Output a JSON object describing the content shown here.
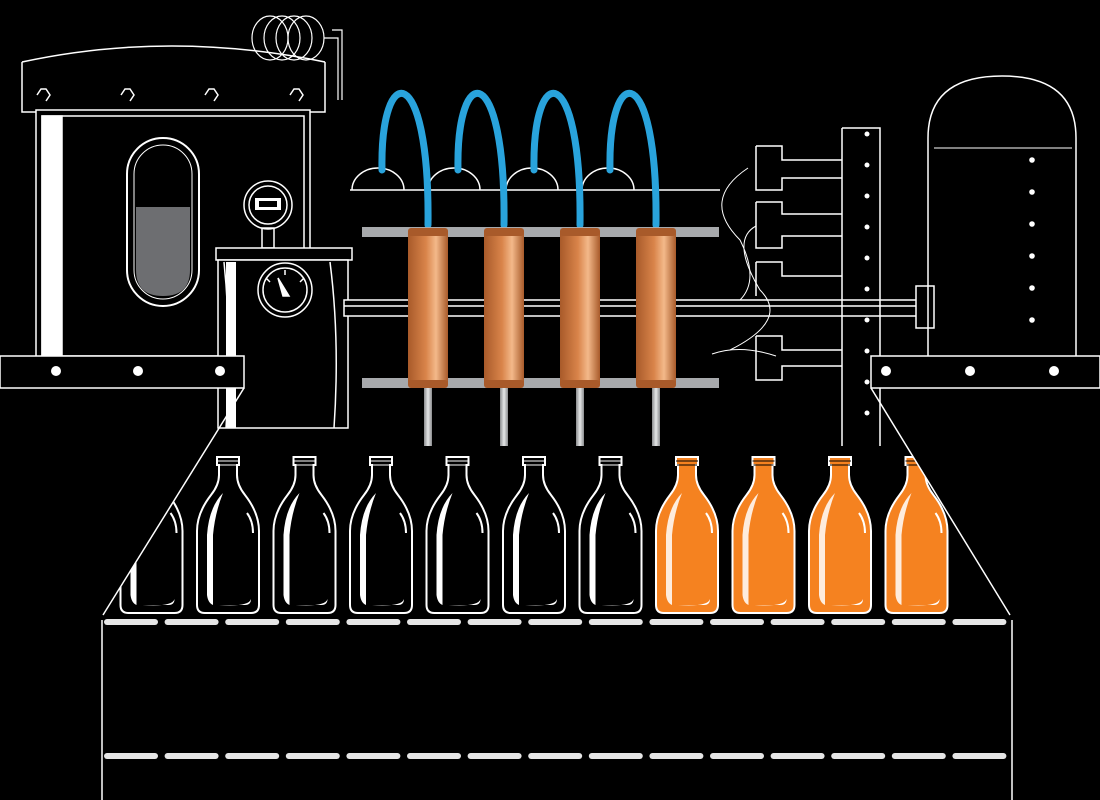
{
  "colors": {
    "background": "#000000",
    "line": "#ffffff",
    "tube": "#29a3dc",
    "copper": "#d9844a",
    "copper_light": "#f3b98a",
    "copper_dark": "#a85a2a",
    "rail": "#a7a9ac",
    "nozzle": "#bcbec0",
    "liquid": "#f58220",
    "tank_fluid": "#6d6e71",
    "conveyor_dash": "#e6e6e6"
  },
  "icons": {
    "gauge": "pressure-gauge-icon",
    "dial": "dial-gauge-icon",
    "coil": "coil-icon",
    "bolt": "hex-bolt-icon"
  },
  "bottles": [
    {
      "state": "empty"
    },
    {
      "state": "empty"
    },
    {
      "state": "empty"
    },
    {
      "state": "empty"
    },
    {
      "state": "empty"
    },
    {
      "state": "empty"
    },
    {
      "state": "empty"
    },
    {
      "state": "empty"
    },
    {
      "state": "filled"
    },
    {
      "state": "filled"
    },
    {
      "state": "filled"
    },
    {
      "state": "filled"
    }
  ],
  "filling_nozzles": 4,
  "tank_fill_level": 0.6
}
